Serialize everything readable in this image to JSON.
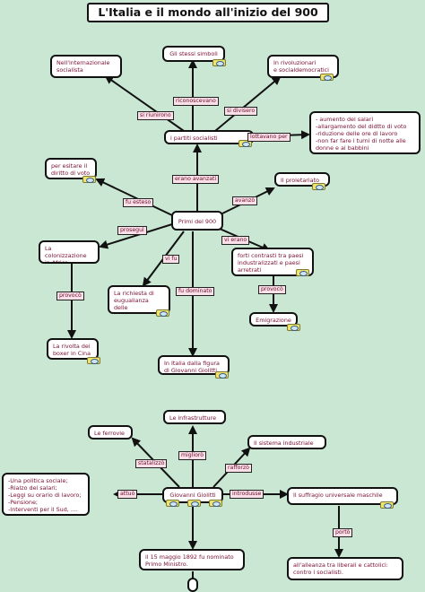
{
  "title": "L'Italia e il mondo all'inizio del 900",
  "nodes": {
    "stessi_simboli": "Gli stessi simboli",
    "internazionale": "Nell'internazionale\nsocialista",
    "rivoluzionari": "In rivoluzionari\ne socialdemocratici",
    "partiti": "i partiti socialisti",
    "lottavano": "- aumento dei salari\n-allargamento del didtto di voto\n-riduzione delle ore di lavoro\n-non far fare i turni di notte alle\n donne e ai babbini",
    "evitare": "per esitare il\ndiritto di voto",
    "proletariato": "Il proletariato",
    "primi": "Primi del 900",
    "colonizzazione": "La colonizzazione\nin Africa",
    "contrasti": "forti contrasti tra paesi\nindustralizzati e paesi\narretrati",
    "richiesta": "La richiesta di\neugualianza delle\ndonne",
    "emigrazione": "Emigrazione",
    "boxer": "La rivolta dei\nboxer in Cina",
    "italia_giolitti": "In Italia dalla figura\ndi Giovanni Giolitti",
    "infrastrutture": "Le infrastrutture",
    "ferrovie": "Le ferrovie",
    "industriale": "Il sistema industriale",
    "politica": "-Una politica sociale;\n-Rialzo dei salari;\n-Leggi su orario di lavoro;\n-Pensione;\n-Interventi per il Sud, ....",
    "giolitti": "Giovanni Giolitti",
    "suffragio": "Il suffragio universale maschile",
    "maggio": "il 15 maggio 1892 fu nominato\nPrimo Ministro.",
    "alleanza": "all'alleanza tra liberali e cattolici:\ncontro i socialisti."
  },
  "links": {
    "si_riunirono": "si riunirono",
    "riconoscevano": "riconoscevano",
    "si_divisero": "si divisero",
    "lottavano_per": "lottavano per",
    "erano_avanzati": "erano avanzati",
    "fu_esteso": "fu esteso",
    "avanzo": "avanzò",
    "prosegui": "proseguì",
    "vi_erano": "vi erano",
    "provoco_left": "provocò",
    "vi_fu": "vi fu",
    "fu_dominato": "fu dominato",
    "provoco_right": "provocò",
    "migliorò": "migliorò",
    "statalizzo": "statalizzò",
    "rafforzo": "rafforzò",
    "attuo": "attuò",
    "introdusse": "introdusse",
    "porto": "portò"
  }
}
